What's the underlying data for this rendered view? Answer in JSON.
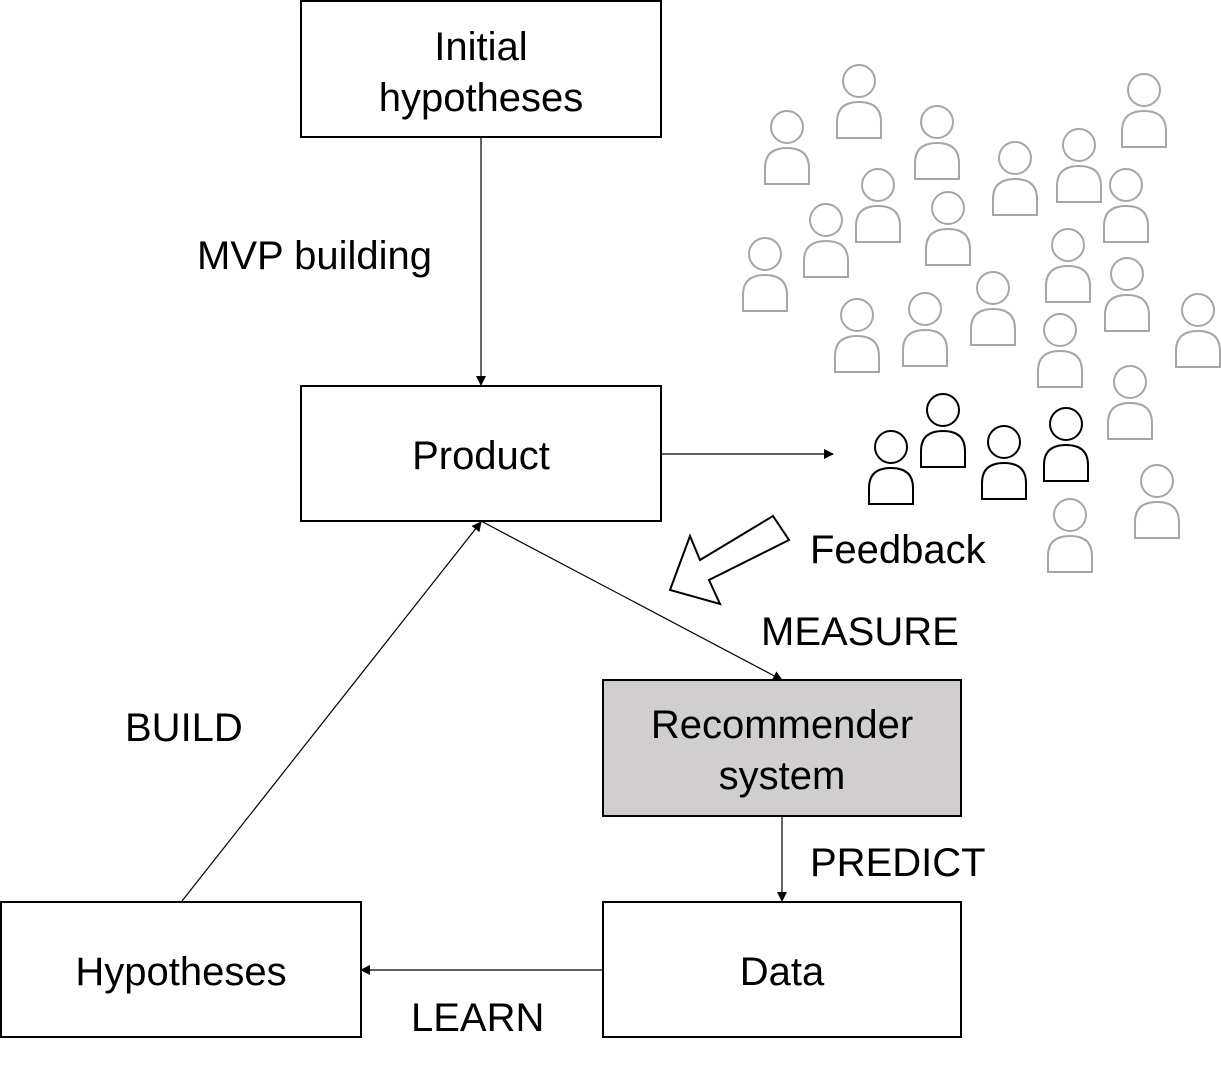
{
  "boxes": {
    "initial_hypotheses": {
      "line1": "Initial",
      "line2": "hypotheses"
    },
    "product": {
      "text": "Product"
    },
    "recommender_system": {
      "line1": "Recommender",
      "line2": "system"
    },
    "data": {
      "text": "Data"
    },
    "hypotheses": {
      "text": "Hypotheses"
    }
  },
  "labels": {
    "mvp_building": "MVP building",
    "feedback": "Feedback",
    "measure": "MEASURE",
    "build": "BUILD",
    "predict": "PREDICT",
    "learn": "LEARN"
  },
  "colors": {
    "box_fill": "#ffffff",
    "highlight_fill": "#d0cece",
    "stroke": "#000000",
    "crowd_stroke": "#a6a6a6",
    "feedback_user_stroke": "#000000"
  },
  "icons": {
    "crowd": "person-icon",
    "feedback_users": "person-icon",
    "feedback_arrow": "block-arrow-icon"
  }
}
